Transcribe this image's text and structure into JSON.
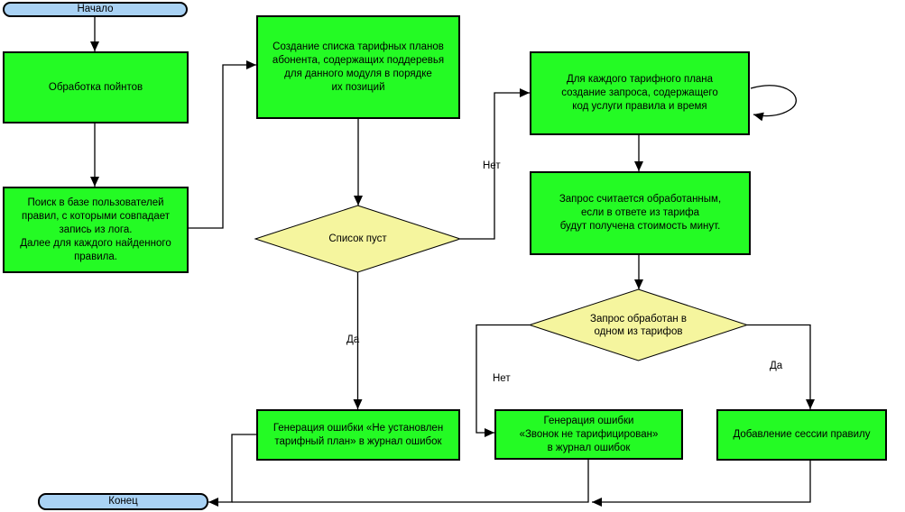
{
  "colors": {
    "process_fill": "#24FB24",
    "decision_fill": "#F5F59E",
    "terminator_fill": "#A9D2F4",
    "stroke": "#000000"
  },
  "nodes": {
    "start": {
      "type": "terminator",
      "label": "Начало"
    },
    "process_points": {
      "type": "process",
      "label": "Обработка пойнтов"
    },
    "search_rules": {
      "type": "process",
      "label": "Поиск в базе пользователей\nправил, с которыми совпадает\nзапись из лога.\nДалее для каждого найденного\nправила."
    },
    "create_list": {
      "type": "process",
      "label": "Создание списка тарифных планов\nабонента, содержащих поддеревья\nдля данного модуля в порядке\nих позиций"
    },
    "list_empty": {
      "type": "decision",
      "label": "Список пуст"
    },
    "create_request": {
      "type": "process",
      "label": "Для каждого тарифного плана\nсоздание запроса, содержащего\nкод услуги правила и время"
    },
    "request_processed_rule": {
      "type": "process",
      "label": "Запрос считается обработанным,\nесли в ответе из тарифа\nбудут получена стоимость минут."
    },
    "request_processed": {
      "type": "decision",
      "label": "Запрос обработан в\nодном из тарифов"
    },
    "error_no_plan": {
      "type": "process",
      "label": "Генерация ошибки «Не установлен\nтарифный план» в журнал ошибок"
    },
    "error_not_charged": {
      "type": "process",
      "label": "Генерация ошибки\n«Звонок не тарифицирован»\nв журнал ошибок"
    },
    "add_session": {
      "type": "process",
      "label": "Добавление сессии правилу"
    },
    "end": {
      "type": "terminator",
      "label": "Конец"
    }
  },
  "edge_labels": {
    "list_empty_no": "Нет",
    "list_empty_yes": "Да",
    "request_processed_no": "Нет",
    "request_processed_yes": "Да"
  }
}
